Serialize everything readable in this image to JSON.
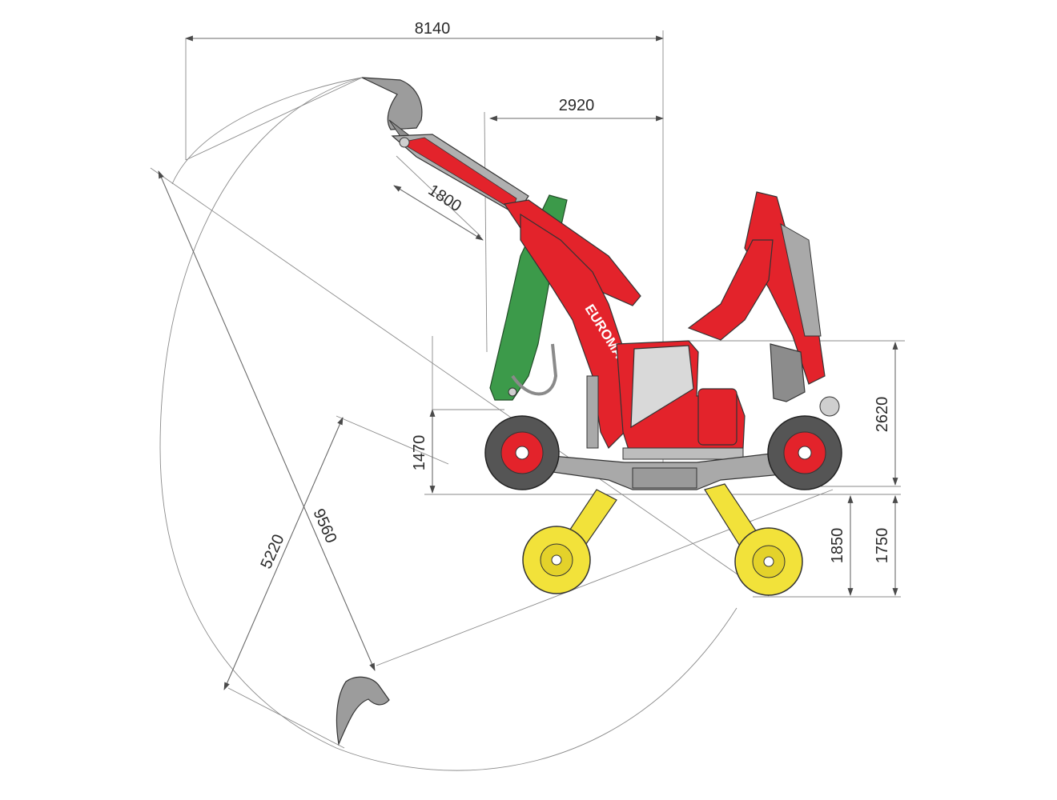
{
  "brand": {
    "logo_text": "EUROMACH"
  },
  "dimensions": {
    "reach_total": "8140",
    "reach_short": "2920",
    "stick_length": "1800",
    "radius_long": "9560",
    "radius_dig": "5220",
    "height_cab": "2620",
    "height_boom_pivot": "1470",
    "depth_wheel_a": "1850",
    "depth_wheel_b": "1750"
  },
  "colors": {
    "machine_red": "#e3232b",
    "alt_boom_green": "#3c9a4a",
    "leg_yellow": "#f2e23a",
    "chassis_grey": "#a9a9a9",
    "cab_glass": "#d9d9d9",
    "line_grey": "#6a6a6a"
  }
}
